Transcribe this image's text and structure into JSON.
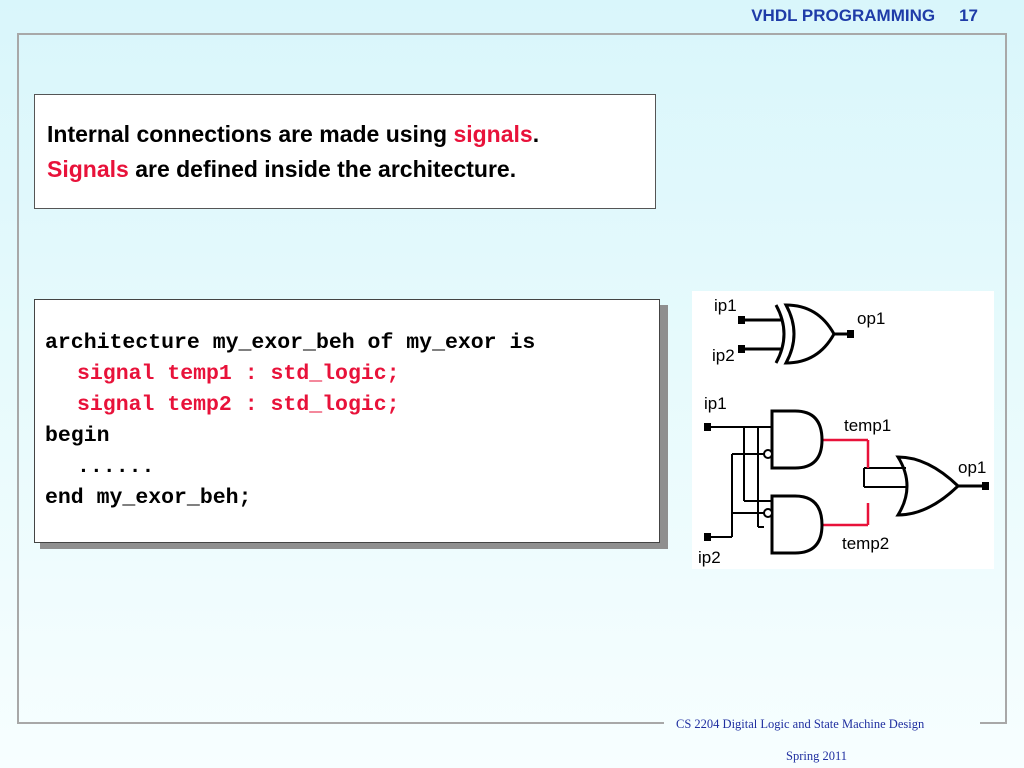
{
  "header": {
    "title": "VHDL PROGRAMMING",
    "page_number": "17"
  },
  "box1": {
    "line1_text": "Internal connections are made using ",
    "line1_highlight": "signals",
    "line1_end": ".",
    "line2_highlight": "Signals",
    "line2_text": " are defined inside the architecture."
  },
  "code": {
    "line1": "architecture my_exor_beh of my_exor is",
    "line2": "signal temp1 : std_logic;",
    "line3": "signal temp2 : std_logic;",
    "line4": "begin",
    "line5": "......",
    "line6": "end my_exor_beh;"
  },
  "diagram": {
    "top_input1": "ip1",
    "top_input2": "ip2",
    "top_output": "op1",
    "input1": "ip1",
    "input2": "ip2",
    "signal1": "temp1",
    "signal2": "temp2",
    "output": "op1"
  },
  "footer": {
    "course": "CS 2204 Digital Logic and State Machine Design",
    "term": "Spring 2011"
  },
  "colors": {
    "highlight": "#e8123a",
    "header": "#1f3ca8",
    "footer": "#1f2fa0"
  }
}
